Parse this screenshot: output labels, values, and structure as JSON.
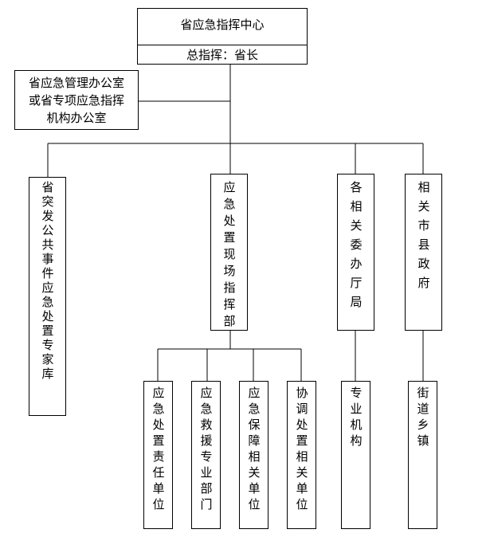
{
  "center": {
    "title": "省应急指挥中心",
    "commander": "总指挥：省长"
  },
  "office": {
    "line1": "省应急管理办公室",
    "line2": "或省专项应急指挥",
    "line3": "机构办公室"
  },
  "level2": {
    "experts": "省突发公共事件应急处置专家库",
    "field_hq": "应急处置现场指挥部",
    "departments": "各相关委办厅局",
    "city_gov": "相关市县政府"
  },
  "level3": {
    "responsible": "应急处置责任单位",
    "rescue": "应急救援专业部门",
    "support": "应急保障相关单位",
    "coordination": "协调处置相关单位",
    "professional": "专业机构",
    "township": "街道乡镇"
  }
}
